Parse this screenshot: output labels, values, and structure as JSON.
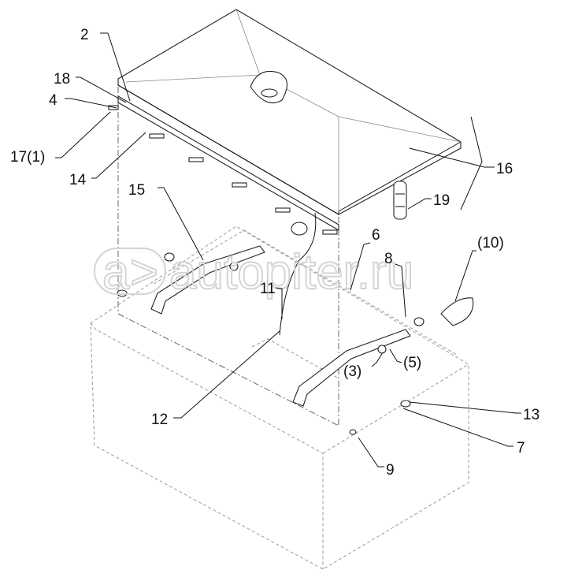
{
  "diagram": {
    "labels": {
      "l2": "2",
      "l18": "18",
      "l4": "4",
      "l17": "17(1)",
      "l14": "14",
      "l15": "15",
      "l16": "16",
      "l19": "19",
      "l6": "6",
      "l10": "(10)",
      "l8": "8",
      "l11": "11",
      "l3": "(3)",
      "l5": "(5)",
      "l12": "12",
      "l13": "13",
      "l7": "7",
      "l9": "9"
    },
    "watermark": "autopiter.ru"
  }
}
